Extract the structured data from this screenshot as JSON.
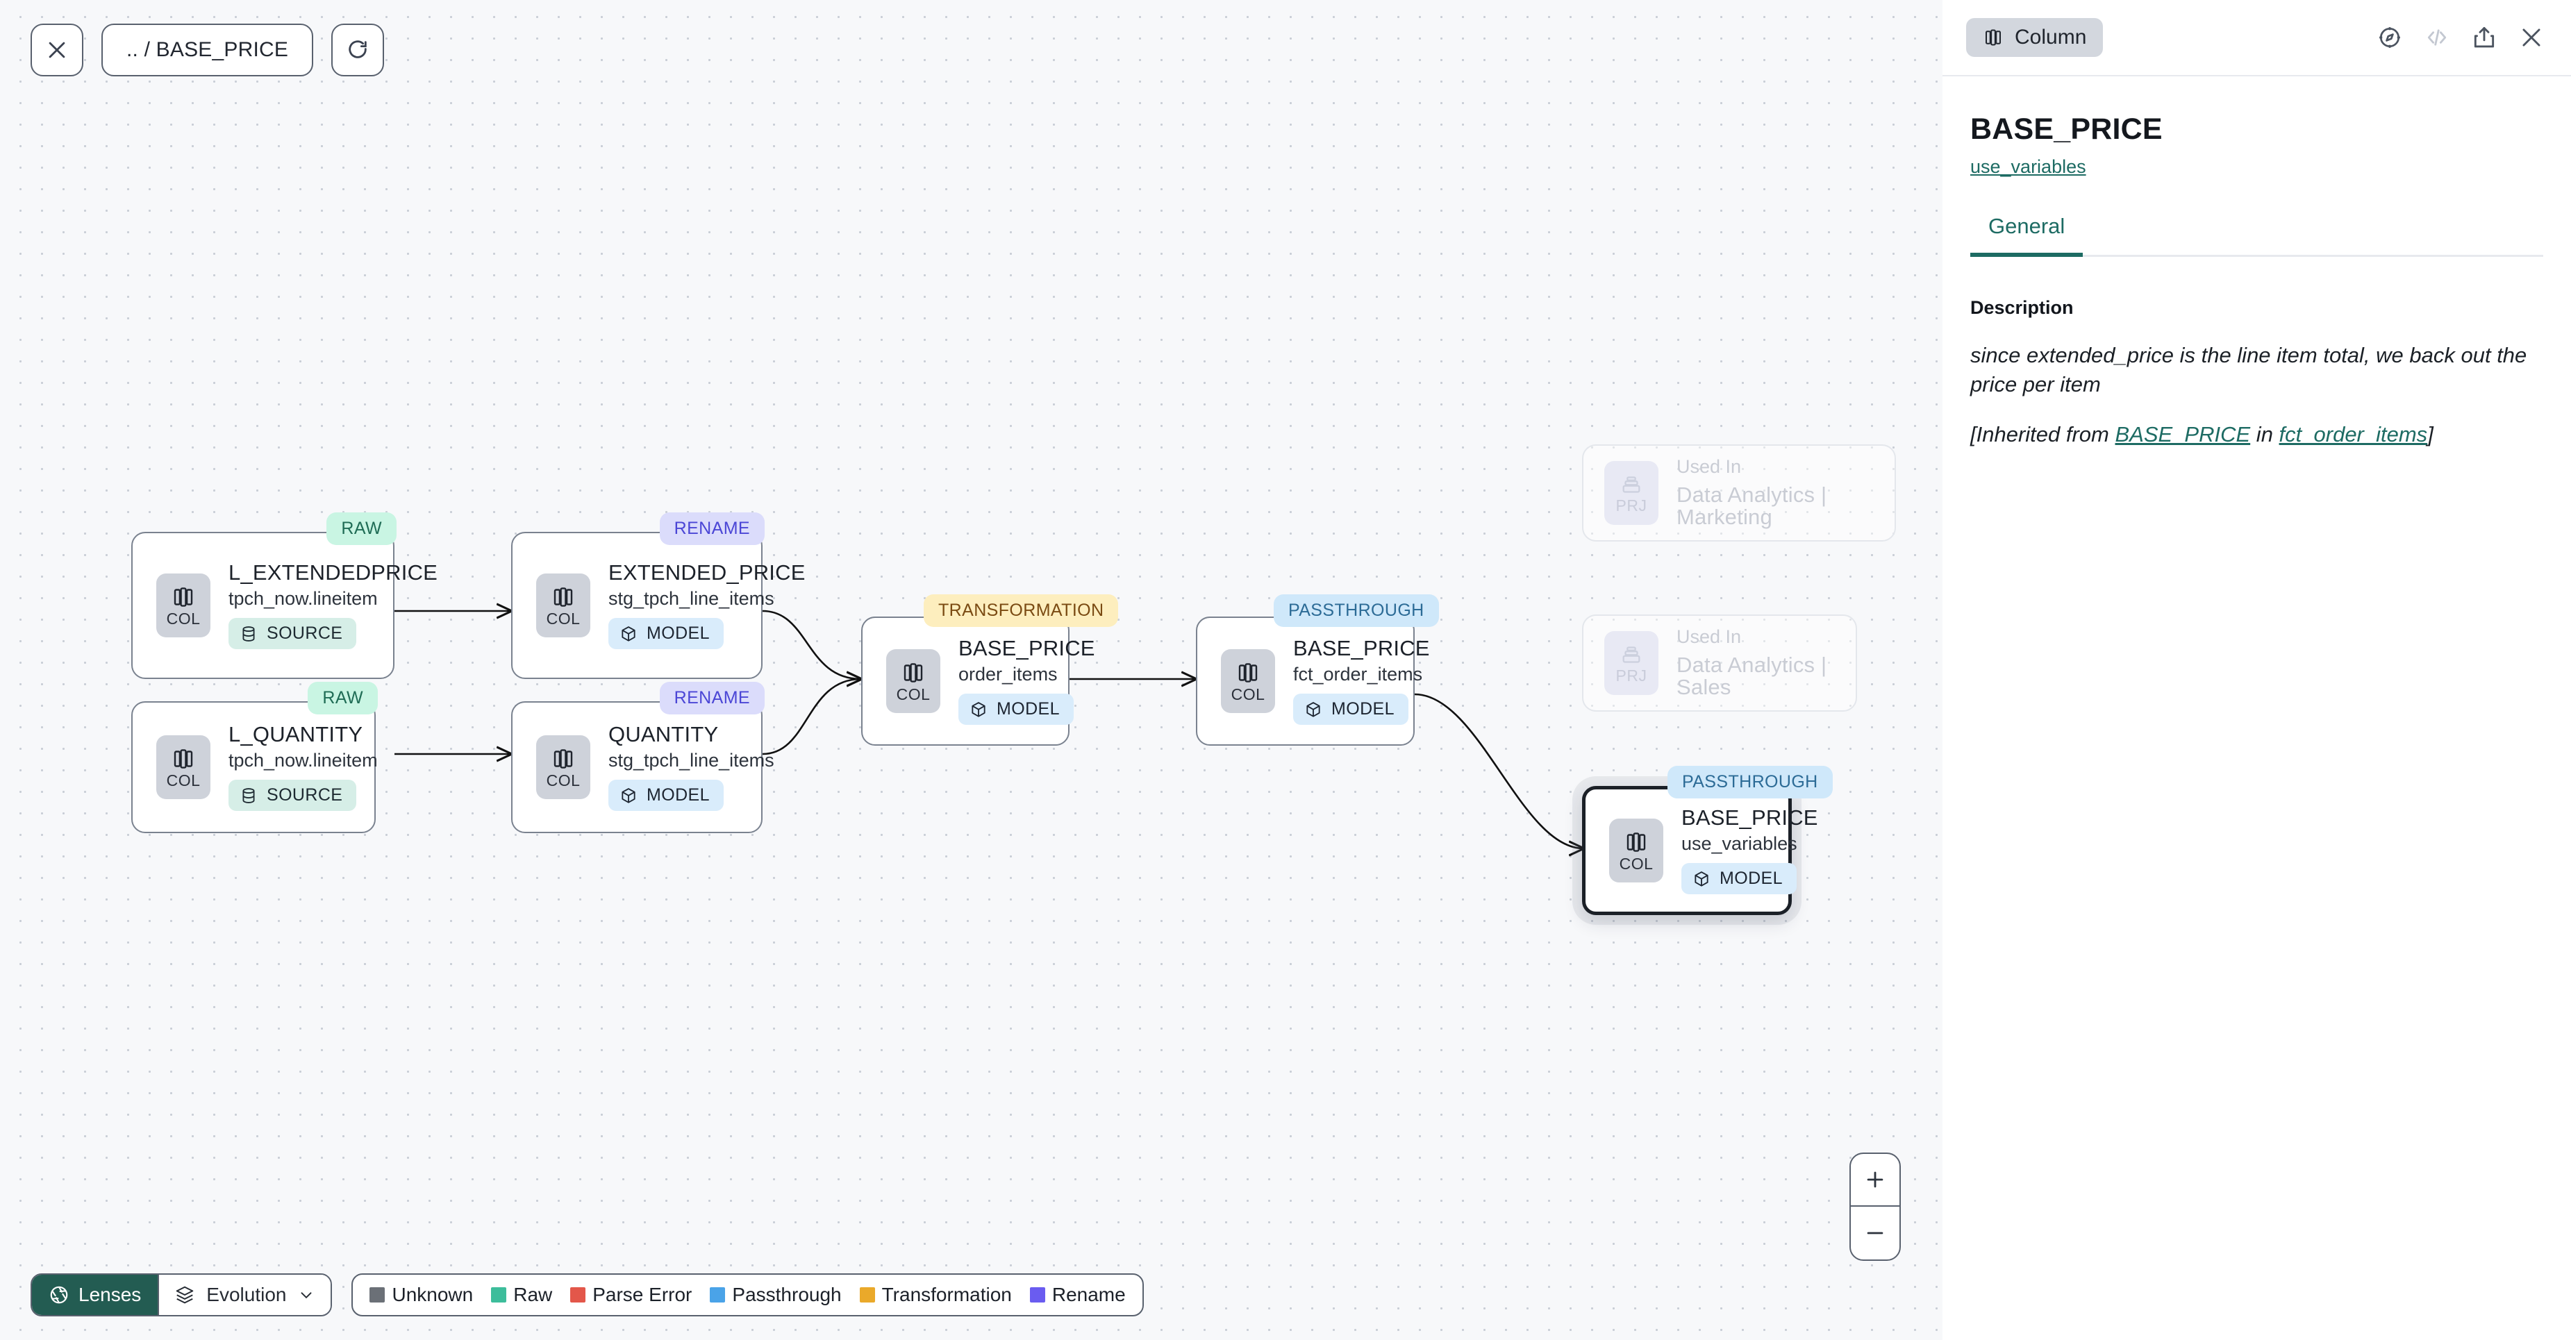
{
  "toolbar": {
    "close_icon": "close-icon",
    "breadcrumb": ".. / BASE_PRICE",
    "refresh_icon": "refresh-icon"
  },
  "graph": {
    "nodes": [
      {
        "id": "l_extendedprice",
        "badge": "RAW",
        "badge_kind": "raw",
        "icon_label": "COL",
        "title": "L_EXTENDEDPRICE",
        "subtitle": "tpch_now.lineitem",
        "pill": "SOURCE",
        "pill_kind": "source"
      },
      {
        "id": "l_quantity",
        "badge": "RAW",
        "badge_kind": "raw",
        "icon_label": "COL",
        "title": "L_QUANTITY",
        "subtitle": "tpch_now.lineitem",
        "pill": "SOURCE",
        "pill_kind": "source"
      },
      {
        "id": "extended_price",
        "badge": "RENAME",
        "badge_kind": "rename",
        "icon_label": "COL",
        "title": "EXTENDED_PRICE",
        "subtitle": "stg_tpch_line_items",
        "pill": "MODEL",
        "pill_kind": "model"
      },
      {
        "id": "quantity",
        "badge": "RENAME",
        "badge_kind": "rename",
        "icon_label": "COL",
        "title": "QUANTITY",
        "subtitle": "stg_tpch_line_items",
        "pill": "MODEL",
        "pill_kind": "model"
      },
      {
        "id": "base_price_order_items",
        "badge": "TRANSFORMATION",
        "badge_kind": "transformation",
        "icon_label": "COL",
        "title": "BASE_PRICE",
        "subtitle": "order_items",
        "pill": "MODEL",
        "pill_kind": "model"
      },
      {
        "id": "base_price_fct_order_items",
        "badge": "PASSTHROUGH",
        "badge_kind": "passthrough",
        "icon_label": "COL",
        "title": "BASE_PRICE",
        "subtitle": "fct_order_items",
        "pill": "MODEL",
        "pill_kind": "model"
      },
      {
        "id": "base_price_use_variables",
        "badge": "PASSTHROUGH",
        "badge_kind": "passthrough",
        "icon_label": "COL",
        "title": "BASE_PRICE",
        "subtitle": "use_variables",
        "pill": "MODEL",
        "pill_kind": "model",
        "selected": true
      }
    ],
    "used_in": [
      {
        "id": "used_in_marketing",
        "icon_label": "PRJ",
        "title": "Used In",
        "subtitle": "Data Analytics | Marketing"
      },
      {
        "id": "used_in_sales",
        "icon_label": "PRJ",
        "title": "Used In",
        "subtitle": "Data Analytics | Sales"
      }
    ]
  },
  "controls": {
    "lenses_label": "Lenses",
    "evolution_label": "Evolution",
    "zoom_in": "+",
    "zoom_out": "−"
  },
  "legend": {
    "items": [
      {
        "label": "Unknown",
        "color": "#6b7077"
      },
      {
        "label": "Raw",
        "color": "#3dbd9b"
      },
      {
        "label": "Parse Error",
        "color": "#e3574a"
      },
      {
        "label": "Passthrough",
        "color": "#4aa3e8"
      },
      {
        "label": "Transformation",
        "color": "#eaa92a"
      },
      {
        "label": "Rename",
        "color": "#6a5cf0"
      }
    ]
  },
  "panel": {
    "type_chip": "Column",
    "icons": [
      "compass-icon",
      "code-icon",
      "share-icon",
      "close-icon"
    ],
    "title": "BASE_PRICE",
    "model_link": "use_variables",
    "tabs": [
      {
        "label": "General",
        "active": true
      }
    ],
    "description_label": "Description",
    "description_text": "since extended_price is the line item total, we back out the price per item",
    "inherited_prefix": "[Inherited from ",
    "inherited_column": "BASE_PRICE",
    "inherited_middle": " in ",
    "inherited_model": "fct_order_items",
    "inherited_suffix": "]"
  }
}
